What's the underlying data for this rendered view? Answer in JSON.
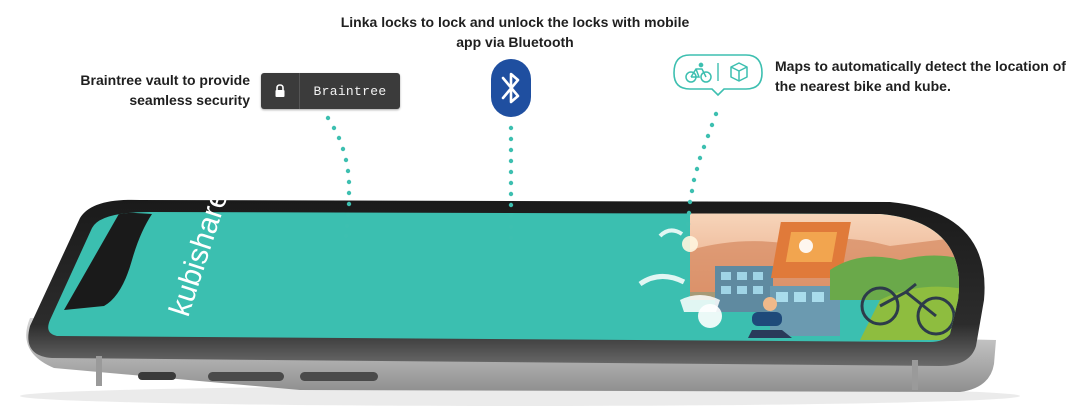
{
  "captions": {
    "braintree": "Braintree vault to provide seamless security",
    "linka": "Linka locks to lock and unlock the locks with mobile app via Bluetooth",
    "maps": "Maps to automatically detect the location of the nearest bike and kube."
  },
  "braintree_badge": {
    "label": "Braintree",
    "icon": "lock-icon"
  },
  "bluetooth": {
    "icon": "bluetooth-icon",
    "color": "#1f4fa0"
  },
  "maps_bubble": {
    "icons": [
      "bike-icon",
      "cube-icon"
    ],
    "color": "#3dbfb0"
  },
  "phone": {
    "app_logo_text": "kubishare",
    "screen_color": "#3bbfb0",
    "dot_color": "#3dbfb0"
  }
}
